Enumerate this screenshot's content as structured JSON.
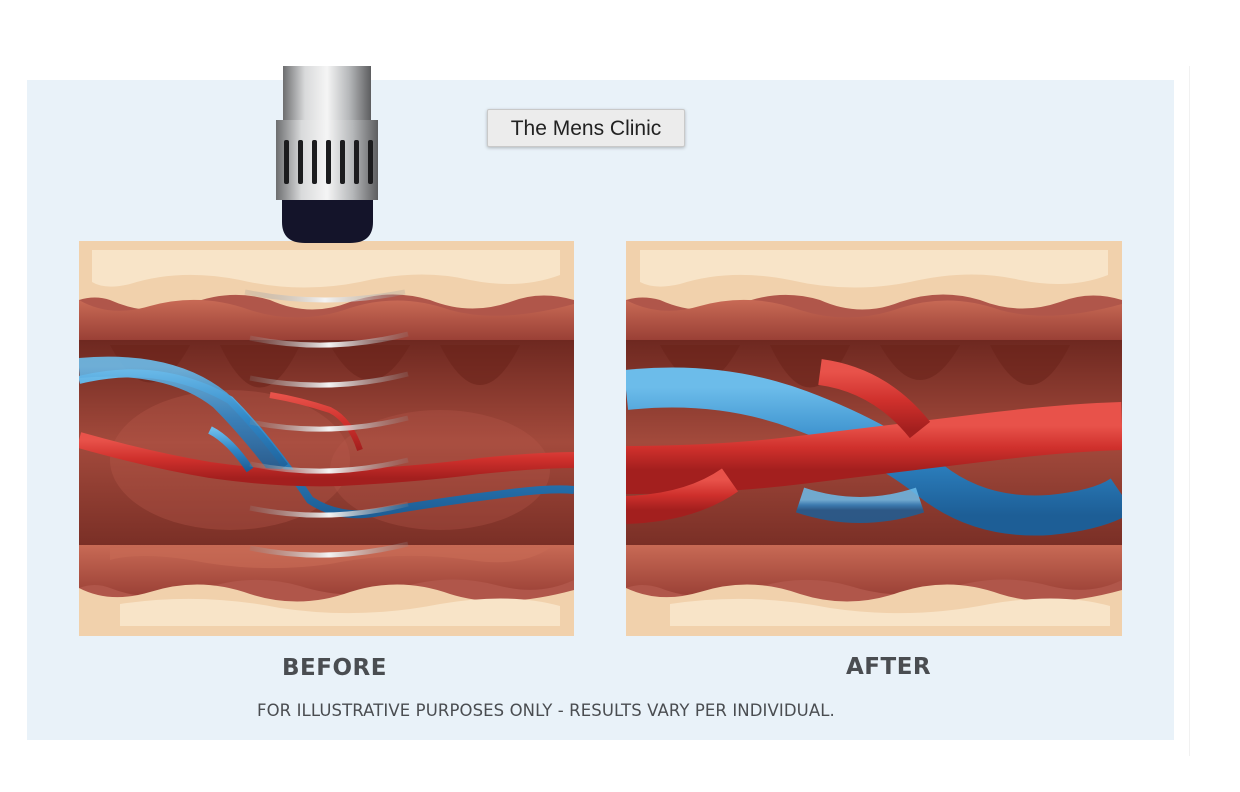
{
  "tooltip": {
    "text": "The Mens Clinic"
  },
  "labels": {
    "before": "BEFORE",
    "after": "AFTER",
    "disclaimer": "FOR ILLUSTRATIVE PURPOSES ONLY - RESULTS VARY PER INDIVIDUAL."
  },
  "colors": {
    "background_panel": "#e9f2f9",
    "tissue_cream": "#f3d7b6",
    "tissue_dark": "#8f3a30",
    "artery_red": "#d3342f",
    "vein_blue": "#2f86c6",
    "text_gray": "#4a4d51"
  }
}
